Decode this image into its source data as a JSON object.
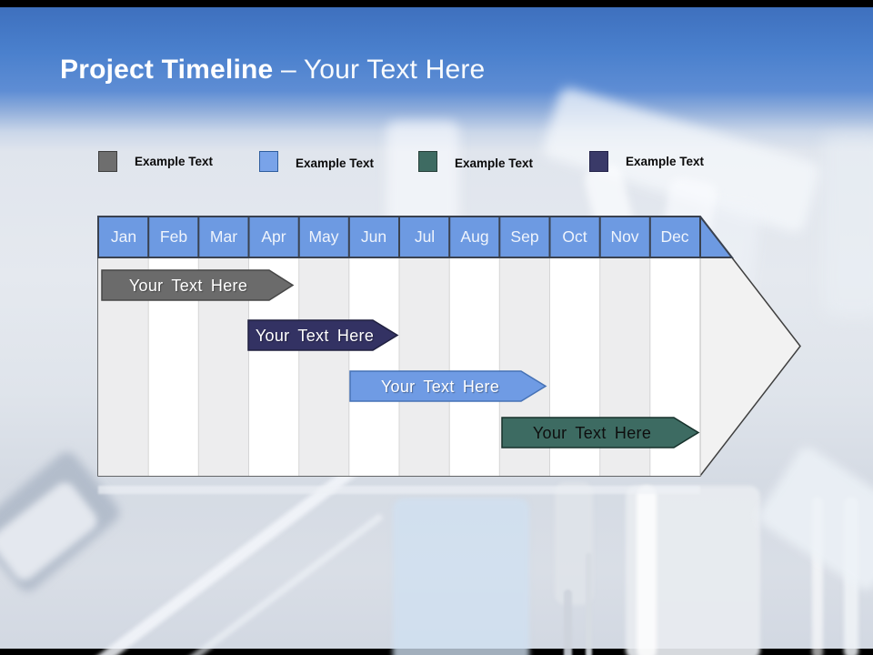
{
  "title": {
    "main": "Project Timeline",
    "suffix": "– Your Text Here"
  },
  "legend": {
    "items": [
      {
        "label": "Example Text",
        "color": "#6E6E6E"
      },
      {
        "label": "Example Text",
        "color": "#79A3E9"
      },
      {
        "label": "Example Text",
        "color": "#3E6B62"
      },
      {
        "label": "Example Text",
        "color": "#3A3A68"
      }
    ]
  },
  "timeline": {
    "months": [
      "Jan",
      "Feb",
      "Mar",
      "Apr",
      "May",
      "Jun",
      "Jul",
      "Aug",
      "Sep",
      "Oct",
      "Nov",
      "Dec"
    ],
    "header_color": "#6D9AE2",
    "bars": [
      {
        "label": "Your Text Here",
        "color": "#6B6B6B",
        "text_color": "#FFFFFF",
        "span": "Jan–early Apr"
      },
      {
        "label": "Your Text Here",
        "color": "#333263",
        "text_color": "#FFFFFF",
        "span": "Apr–Jun"
      },
      {
        "label": "Your Text Here",
        "color": "#6F9BE4",
        "text_color": "#FFFFFF",
        "span": "mid Jun–Sep"
      },
      {
        "label": "Your Text Here",
        "color": "#3D6B62",
        "text_color": "#111111",
        "span": "Sep–Dec"
      }
    ]
  },
  "colors": {
    "top_gradient_blue": "#3E70BE",
    "arrow_body": "#F2F2F2",
    "column_alt_gray": "#EDEDEE",
    "cell_border_dark": "#39414F"
  }
}
